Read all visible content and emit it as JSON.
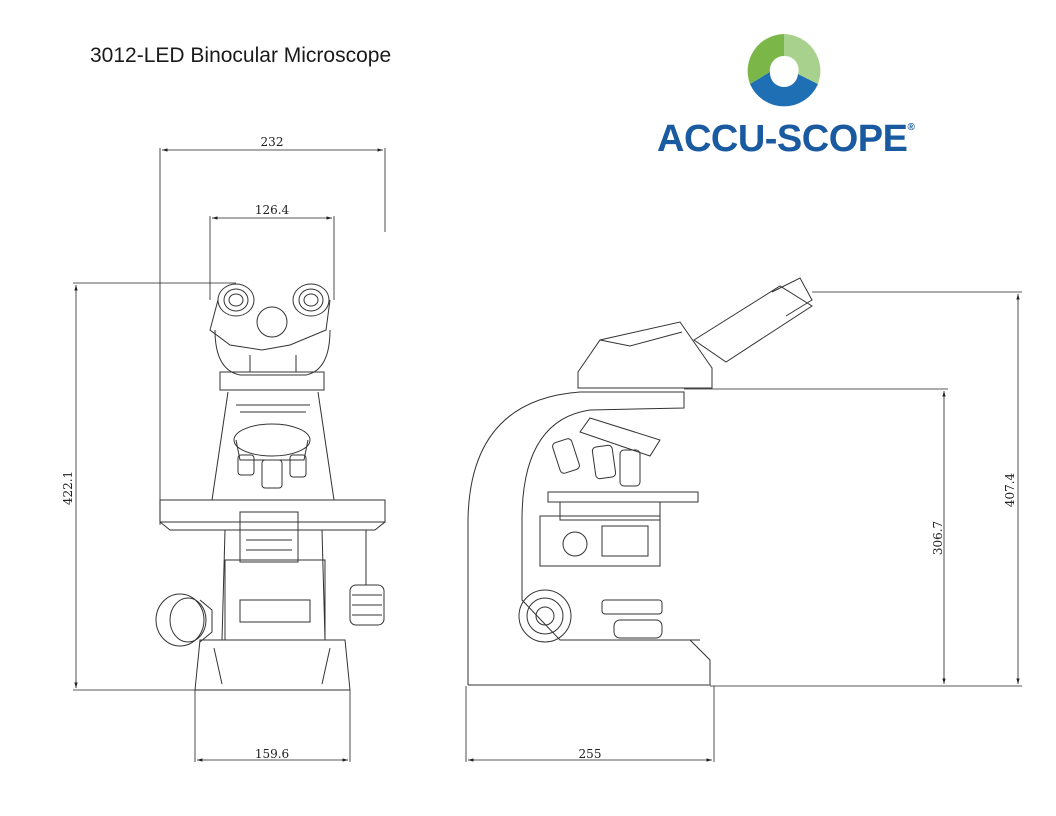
{
  "title": "3012-LED Binocular Microscope",
  "logo": {
    "text": "ACCU-SCOPE",
    "reg": "®",
    "colors": {
      "green": "#7ab648",
      "blue": "#1f6fb5",
      "navy": "#1a4f8a"
    }
  },
  "dimensions": {
    "front_top_width": "232",
    "front_head_width": "126.4",
    "front_height": "422.1",
    "front_base_width": "159.6",
    "side_base_depth": "255",
    "side_stage_height": "306.7",
    "side_total_height": "407.4"
  }
}
